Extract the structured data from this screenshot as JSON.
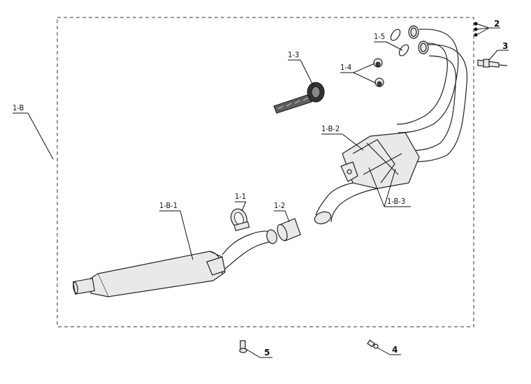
{
  "labels": {
    "frame": "1-B",
    "muffler": "1-B-1",
    "header_bracket": "1-B-2",
    "pipe_junction": "1-B-3",
    "clamp": "1-1",
    "sleeve": "1-2",
    "wrap_tape": "1-3",
    "cap_nut": "1-4",
    "gasket": "1-5",
    "stud_set": "2",
    "sensor": "3",
    "nut": "4",
    "bolt": "5"
  }
}
